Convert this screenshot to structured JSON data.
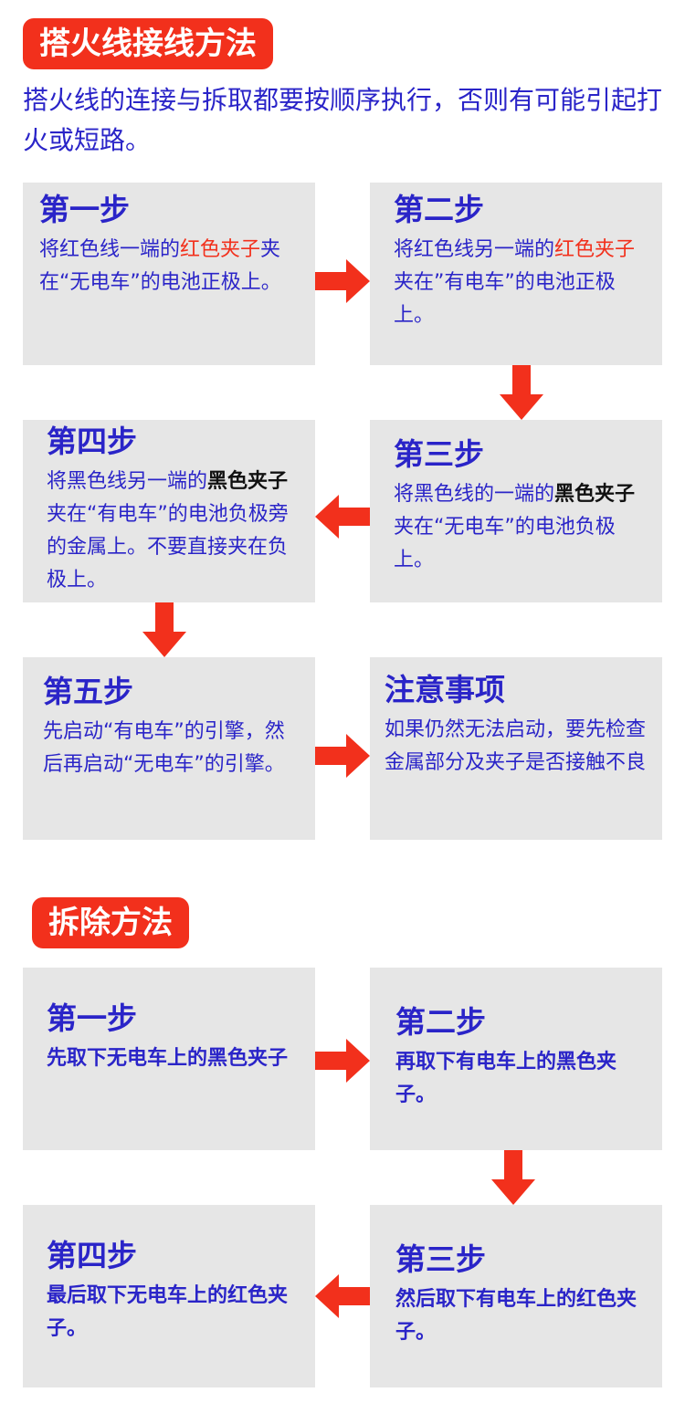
{
  "install": {
    "title": "搭火线接线方法",
    "intro": "搭火线的连接与拆取都要按顺序执行，否则有可能引起打火或短路。",
    "step1": {
      "title": "第一步",
      "t1": "将红色线一端的",
      "t2": "红色夹子",
      "t3": "夹在“无电车”的电池正极上。"
    },
    "step2": {
      "title": "第二步",
      "t1": "将红色线另一端的",
      "t2": "红色夹子",
      "t3": "夹在”有电车”的电池正极上。"
    },
    "step3": {
      "title": "第三步",
      "t1": "将黑色线的一端的",
      "t2": "黑色夹子",
      "t3": "夹在“无电车”的电池负极上。"
    },
    "step4": {
      "title": "第四步",
      "t1": "将黑色线另一端的",
      "t2": "黑色夹子",
      "t3": "夹在“有电车”的电池负极旁的金属上。不要直接夹在负极上。"
    },
    "step5": {
      "title": "第五步",
      "text": "先启动“有电车”的引擎，然后再启动“无电车”的引擎。"
    },
    "note": {
      "title": "注意事项",
      "text": "如果仍然无法启动，要先检查金属部分及夹子是否接触不良"
    }
  },
  "removal": {
    "title": "拆除方法",
    "step1": {
      "title": "第一步",
      "text": "先取下无电车上的黑色夹子"
    },
    "step2": {
      "title": "第二步",
      "text": "再取下有电车上的黑色夹子。"
    },
    "step3": {
      "title": "第三步",
      "text": "然后取下有电车上的红色夹子。"
    },
    "step4": {
      "title": "第四步",
      "text": "最后取下无电车上的红色夹子。"
    }
  },
  "colors": {
    "accent_red": "#f2301c",
    "text_blue": "#2a24c8",
    "box_gray": "#e6e6e6"
  },
  "icons": {
    "right": "arrow-right-icon",
    "down": "arrow-down-icon",
    "left": "arrow-left-icon"
  }
}
